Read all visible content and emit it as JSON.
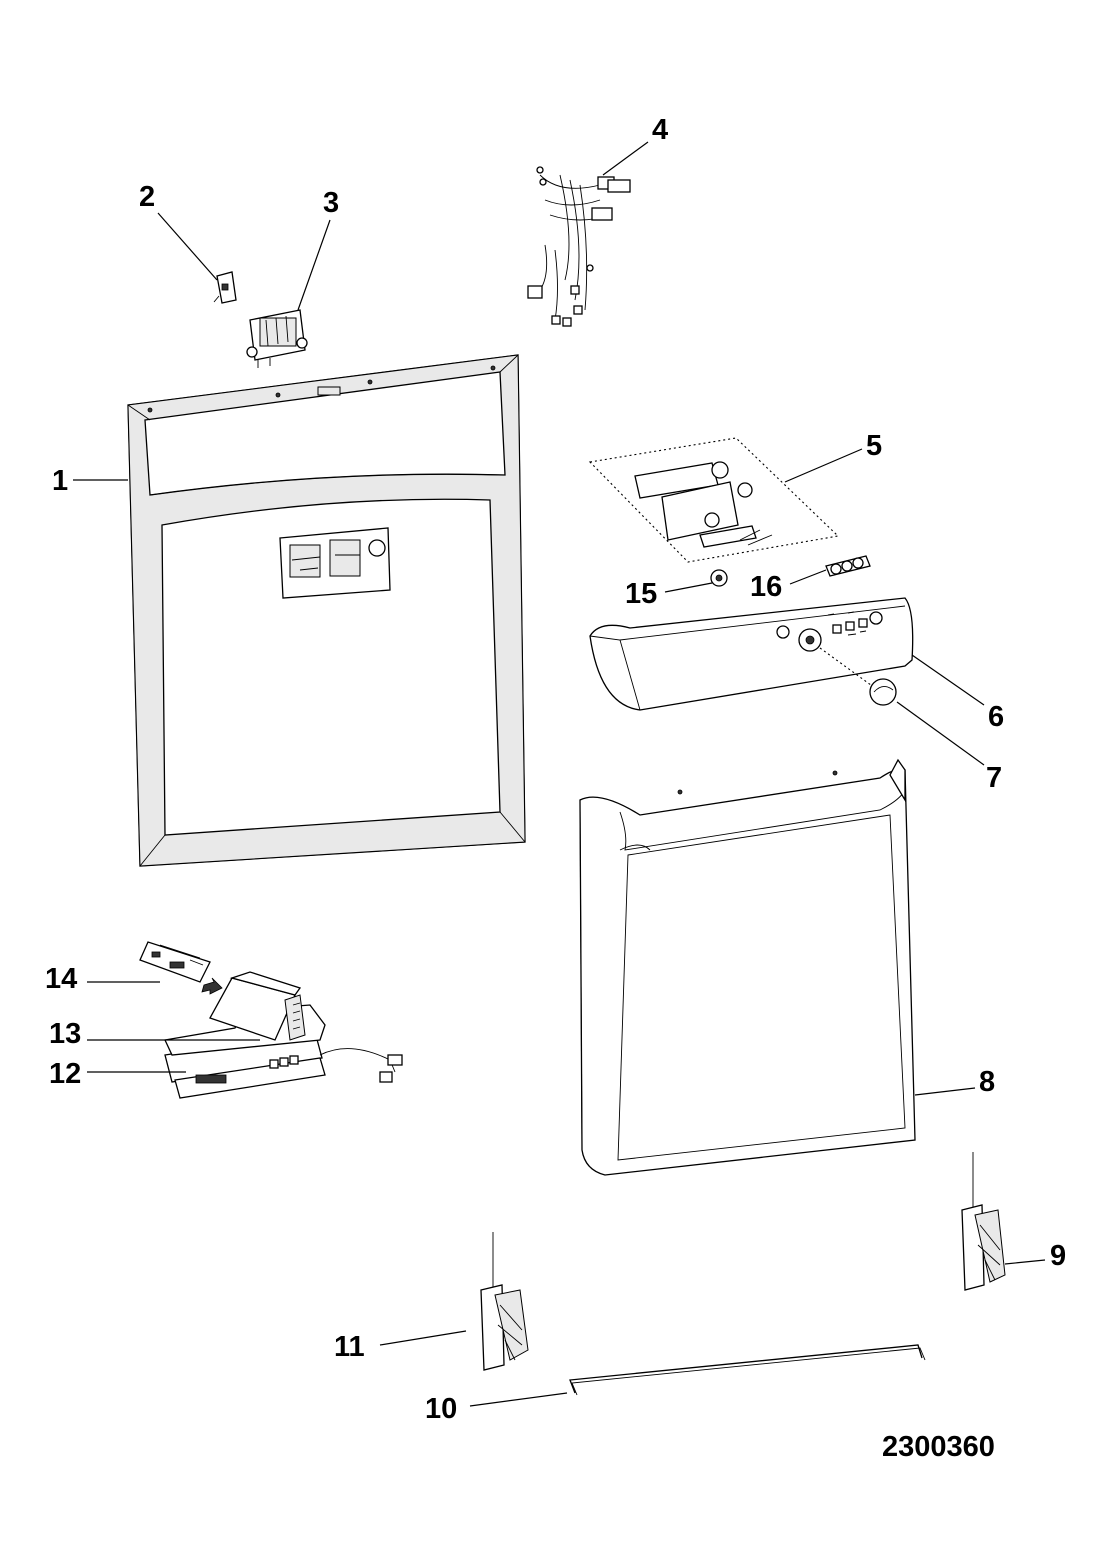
{
  "drawing_number": "2300360",
  "callouts": {
    "c1": "1",
    "c2": "2",
    "c3": "3",
    "c4": "4",
    "c5": "5",
    "c6": "6",
    "c7": "7",
    "c8": "8",
    "c9": "9",
    "c10": "10",
    "c11": "11",
    "c12": "12",
    "c13": "13",
    "c14": "14",
    "c15": "15",
    "c16": "16"
  }
}
